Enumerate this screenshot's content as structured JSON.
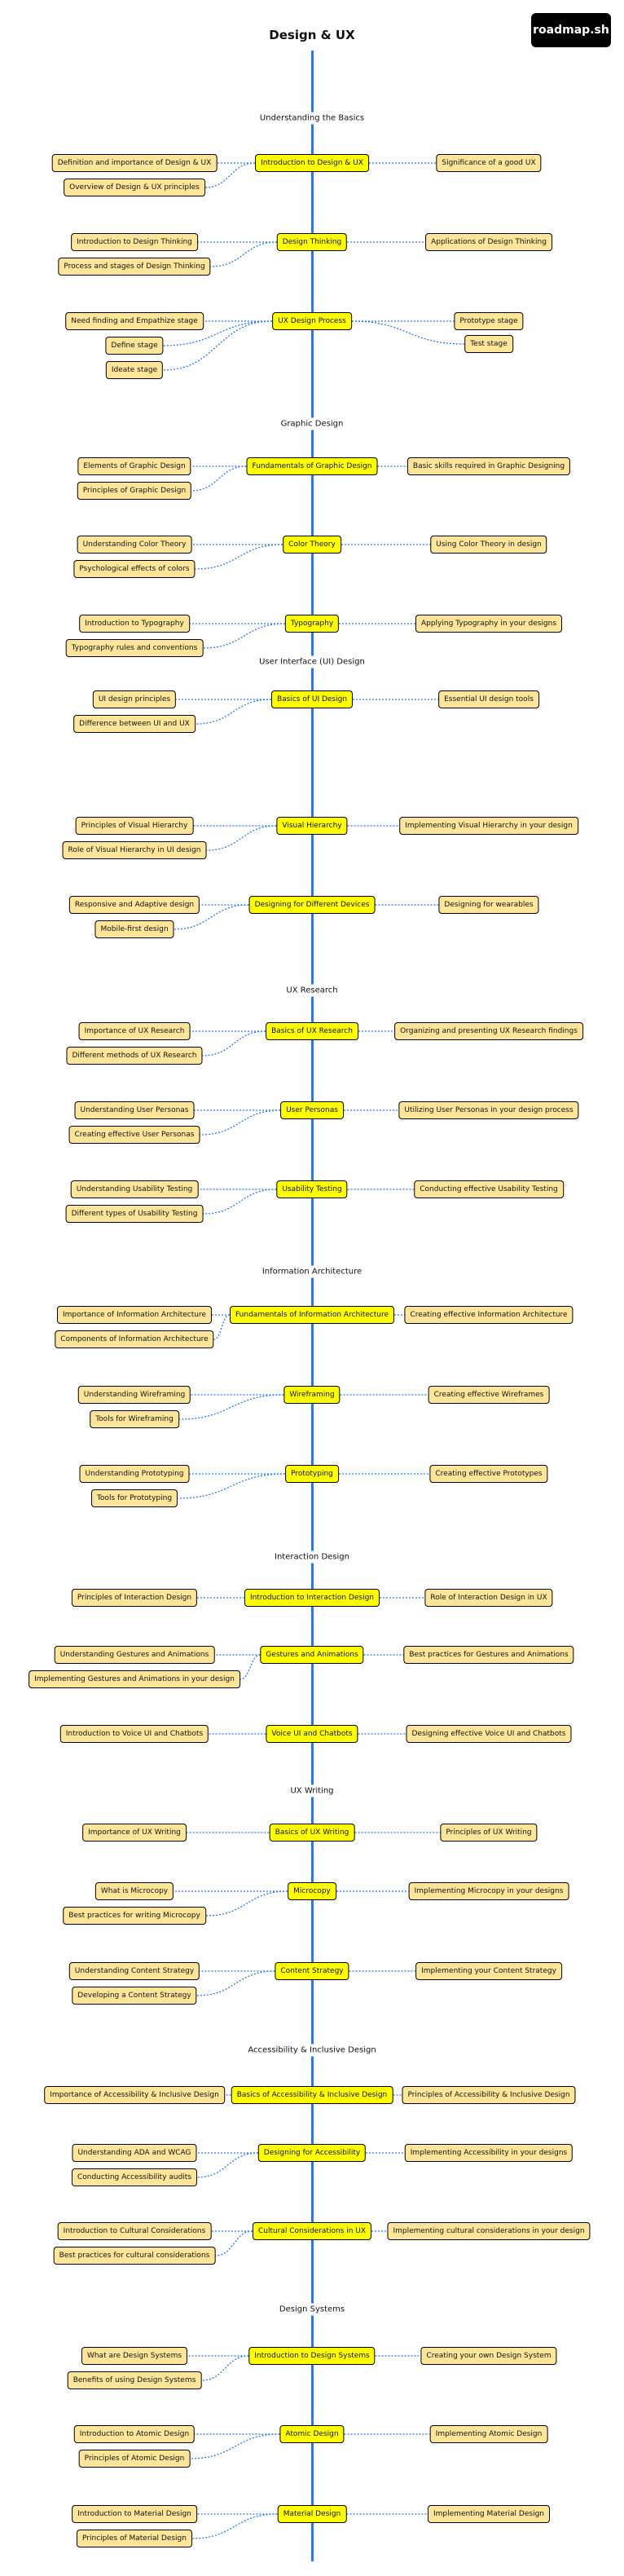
{
  "title": "Design & UX",
  "brand": "roadmap.sh",
  "colors": {
    "topic": "#ffff00",
    "subtopic": "#ffe599",
    "spine": "#2b78e4",
    "connector": "#2b78e4"
  },
  "sections": [
    {
      "heading": "Understanding the Basics",
      "topics": [
        {
          "label": "Introduction to Design & UX",
          "left": [
            "Definition and importance of Design & UX",
            "Overview of Design & UX principles"
          ],
          "right": [
            "Significance of a good UX"
          ]
        },
        {
          "label": "Design Thinking",
          "left": [
            "Introduction to Design Thinking",
            "Process and stages of Design Thinking"
          ],
          "right": [
            "Applications of Design Thinking"
          ]
        },
        {
          "label": "UX Design Process",
          "left": [
            "Need finding and Empathize stage",
            "Define stage",
            "Ideate stage"
          ],
          "right": [
            "Prototype stage",
            "Test stage"
          ]
        }
      ]
    },
    {
      "heading": "Graphic Design",
      "topics": [
        {
          "label": "Fundamentals of Graphic Design",
          "left": [
            "Elements of Graphic Design",
            "Principles of Graphic Design"
          ],
          "right": [
            "Basic skills required in Graphic Designing"
          ]
        },
        {
          "label": "Color Theory",
          "left": [
            "Understanding Color Theory",
            "Psychological effects of colors"
          ],
          "right": [
            "Using Color Theory in design"
          ]
        },
        {
          "label": "Typography",
          "left": [
            "Introduction to Typography",
            "Typography rules and conventions"
          ],
          "right": [
            "Applying Typography in your designs"
          ]
        }
      ]
    },
    {
      "heading": "User Interface (UI) Design",
      "topics": [
        {
          "label": "Basics of UI Design",
          "left": [
            "UI design principles",
            "Difference between UI and UX"
          ],
          "right": [
            "Essential UI design tools"
          ]
        },
        {
          "label": "Visual Hierarchy",
          "left": [
            "Principles of Visual Hierarchy",
            "Role of Visual Hierarchy in UI design"
          ],
          "right": [
            "Implementing Visual Hierarchy in your design"
          ]
        },
        {
          "label": "Designing for Different Devices",
          "left": [
            "Responsive and Adaptive design",
            "Mobile-first design"
          ],
          "right": [
            "Designing for wearables"
          ]
        }
      ]
    },
    {
      "heading": "UX Research",
      "topics": [
        {
          "label": "Basics of UX Research",
          "left": [
            "Importance of UX Research",
            "Different methods of UX Research"
          ],
          "right": [
            "Organizing and presenting UX Research findings"
          ]
        },
        {
          "label": "User Personas",
          "left": [
            "Understanding User Personas",
            "Creating effective User Personas"
          ],
          "right": [
            "Utilizing User Personas in your design process"
          ]
        },
        {
          "label": "Usability Testing",
          "left": [
            "Understanding Usability Testing",
            "Different types of Usability Testing"
          ],
          "right": [
            "Conducting effective Usability Testing"
          ]
        }
      ]
    },
    {
      "heading": "Information Architecture",
      "topics": [
        {
          "label": "Fundamentals of Information Architecture",
          "left": [
            "Importance of Information Architecture",
            "Components of Information Architecture"
          ],
          "right": [
            "Creating effective Information Architecture"
          ]
        },
        {
          "label": "Wireframing",
          "left": [
            "Understanding Wireframing",
            "Tools for Wireframing"
          ],
          "right": [
            "Creating effective Wireframes"
          ]
        },
        {
          "label": "Prototyping",
          "left": [
            "Understanding Prototyping",
            "Tools for Prototyping"
          ],
          "right": [
            "Creating effective Prototypes"
          ]
        }
      ]
    },
    {
      "heading": "Interaction Design",
      "topics": [
        {
          "label": "Introduction to Interaction Design",
          "left": [
            "Principles of Interaction Design"
          ],
          "right": [
            "Role of Interaction Design in UX"
          ]
        },
        {
          "label": "Gestures and Animations",
          "left": [
            "Understanding Gestures and Animations",
            "Implementing Gestures and Animations in your design"
          ],
          "right": [
            "Best practices for Gestures and Animations"
          ]
        },
        {
          "label": "Voice UI and Chatbots",
          "left": [
            "Introduction to Voice UI and Chatbots"
          ],
          "right": [
            "Designing effective Voice UI and Chatbots"
          ]
        }
      ]
    },
    {
      "heading": "UX Writing",
      "topics": [
        {
          "label": "Basics of UX Writing",
          "left": [
            "Importance of UX Writing"
          ],
          "right": [
            "Principles of UX Writing"
          ]
        },
        {
          "label": "Microcopy",
          "left": [
            "What is Microcopy",
            "Best practices for writing Microcopy"
          ],
          "right": [
            "Implementing Microcopy in your designs"
          ]
        },
        {
          "label": "Content Strategy",
          "left": [
            "Understanding Content Strategy",
            "Developing a Content Strategy"
          ],
          "right": [
            "Implementing your Content Strategy"
          ]
        }
      ]
    },
    {
      "heading": "Accessibility & Inclusive Design",
      "topics": [
        {
          "label": "Basics of Accessibility & Inclusive Design",
          "left": [
            "Importance of Accessibility & Inclusive Design"
          ],
          "right": [
            "Principles of Accessibility & Inclusive Design"
          ]
        },
        {
          "label": "Designing for Accessibility",
          "left": [
            "Understanding ADA and WCAG",
            "Conducting Accessibility audits"
          ],
          "right": [
            "Implementing Accessibility in your designs"
          ]
        },
        {
          "label": "Cultural Considerations in UX",
          "left": [
            "Introduction to Cultural Considerations",
            "Best practices for cultural considerations"
          ],
          "right": [
            "Implementing cultural considerations in your design"
          ]
        }
      ]
    },
    {
      "heading": "Design Systems",
      "topics": [
        {
          "label": "Introduction to Design Systems",
          "left": [
            "What are Design Systems",
            "Benefits of using Design Systems"
          ],
          "right": [
            "Creating your own Design System"
          ]
        },
        {
          "label": "Atomic Design",
          "left": [
            "Introduction to Atomic Design",
            "Principles of Atomic Design"
          ],
          "right": [
            "Implementing Atomic Design"
          ]
        },
        {
          "label": "Material Design",
          "left": [
            "Introduction to Material Design",
            "Principles of Material Design"
          ],
          "right": [
            "Implementing Material Design"
          ]
        }
      ]
    }
  ]
}
